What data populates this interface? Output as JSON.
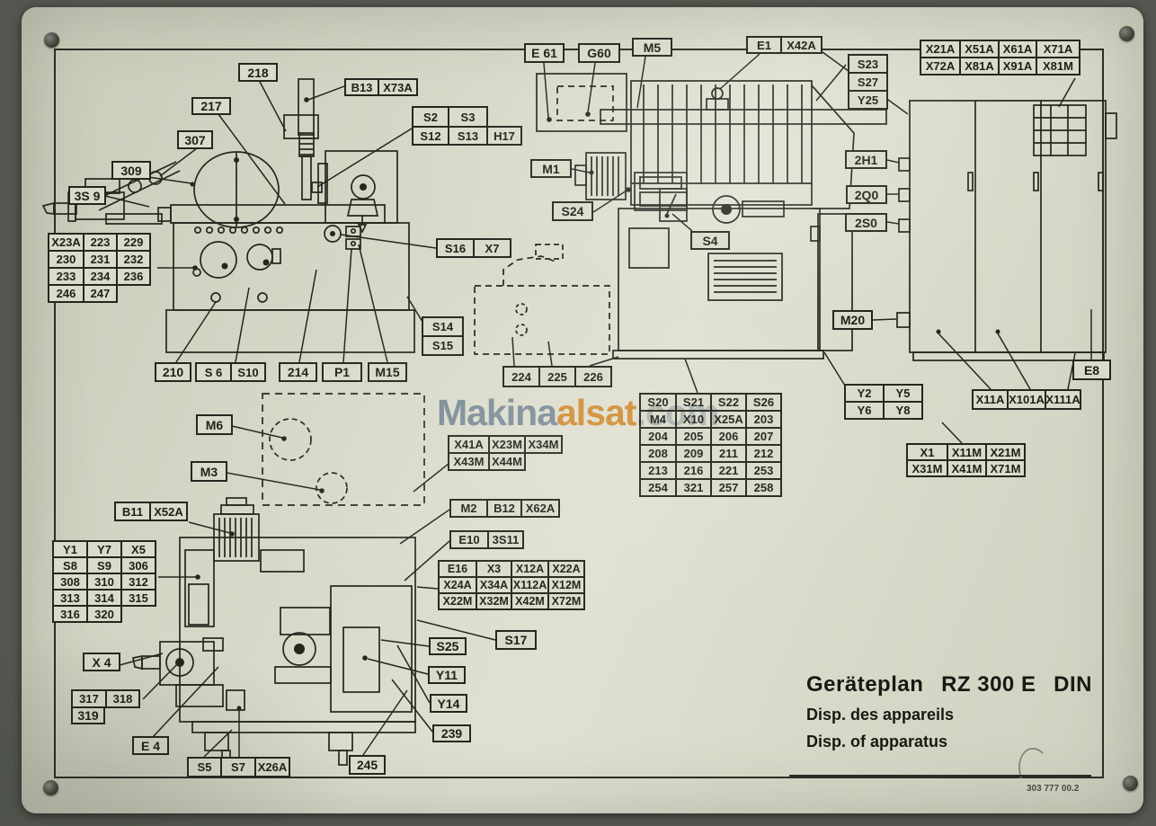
{
  "title_block": {
    "title": "Geräteplan",
    "model": "RZ 300 E",
    "standard": "DIN",
    "subtitle_fr": "Disp. des appareils",
    "subtitle_en": "Disp. of apparatus",
    "doc_number": "303 777 00.2"
  },
  "watermark": {
    "part1": "Makina",
    "part2": "alsat",
    "part3": ".com"
  },
  "colors": {
    "plate": "#d9dac9",
    "line": "#26261f",
    "watermark_blue": "#7e93b3",
    "watermark_orange": "#ee9220"
  },
  "callouts": {
    "n218": "218",
    "n217": "217",
    "n307": "307",
    "n309": "309",
    "n3s9": "3S 9",
    "b13": "B13",
    "x73a": "X73A",
    "s2": "S2",
    "s3": "S3",
    "s12": "S12",
    "s13": "S13",
    "h17": "H17",
    "s16": "S16",
    "x7": "X7",
    "s14": "S14",
    "s15": "S15",
    "n210": "210",
    "s6": "S 6",
    "s10": "S10",
    "n214": "214",
    "p1": "P1",
    "m15": "M15",
    "e61": "E 61",
    "g60": "G60",
    "m5": "M5",
    "e1": "E1",
    "x42a": "X42A",
    "s23": "S23",
    "s27": "S27",
    "y25": "Y25",
    "m1": "M1",
    "s24": "S24",
    "s4": "S4",
    "h2h1": "2H1",
    "q2q0": "2Q0",
    "s2s0": "2S0",
    "m20": "M20",
    "e8": "E8",
    "x11a": "X11A",
    "x101a": "X101A",
    "x111a": "X111A",
    "n224": "224",
    "n225": "225",
    "n226": "226",
    "m6": "M6",
    "m3": "M3",
    "b11": "B11",
    "x52a": "X52A",
    "x4": "X 4",
    "n317": "317",
    "n318": "318",
    "n319": "319",
    "e4": "E 4",
    "s5": "S5",
    "s7": "S7",
    "x26a": "X26A",
    "n245": "245",
    "n239": "239",
    "y14": "Y14",
    "y11": "Y11",
    "s25": "S25",
    "s17": "S17",
    "m2": "M2",
    "b12": "B12",
    "x62a": "X62A",
    "e10": "E10",
    "s3s11": "3S11"
  },
  "tables": {
    "x23a": [
      [
        "X23A",
        "223",
        "229"
      ],
      [
        "230",
        "231",
        "232"
      ],
      [
        "233",
        "234",
        "236"
      ],
      [
        "246",
        "247"
      ]
    ],
    "x21a": [
      [
        "X21A",
        "X51A",
        "X61A",
        "X71A"
      ],
      [
        "X72A",
        "X81A",
        "X91A",
        "X81M"
      ]
    ],
    "s20": [
      [
        "S20",
        "S21",
        "S22",
        "S26"
      ],
      [
        "M4",
        "X10",
        "X25A",
        "203"
      ],
      [
        "204",
        "205",
        "206",
        "207"
      ],
      [
        "208",
        "209",
        "211",
        "212"
      ],
      [
        "213",
        "216",
        "221",
        "253"
      ],
      [
        "254",
        "321",
        "257",
        "258"
      ]
    ],
    "y2": [
      [
        "Y2",
        "Y5"
      ],
      [
        "Y6",
        "Y8"
      ]
    ],
    "x1": [
      [
        "X1",
        "X11M",
        "X21M"
      ],
      [
        "X31M",
        "X41M",
        "X71M"
      ]
    ],
    "y1": [
      [
        "Y1",
        "Y7",
        "X5"
      ],
      [
        "S8",
        "S9",
        "306"
      ],
      [
        "308",
        "310",
        "312"
      ],
      [
        "313",
        "314",
        "315"
      ],
      [
        "316",
        "320"
      ]
    ],
    "x41a": [
      [
        "X41A",
        "X23M",
        "X34M"
      ],
      [
        "X43M",
        "X44M"
      ]
    ],
    "e16": [
      [
        "E16",
        "X3",
        "X12A",
        "X22A"
      ],
      [
        "X24A",
        "X34A",
        "X112A",
        "X12M"
      ],
      [
        "X22M",
        "X32M",
        "X42M",
        "X72M"
      ]
    ]
  }
}
